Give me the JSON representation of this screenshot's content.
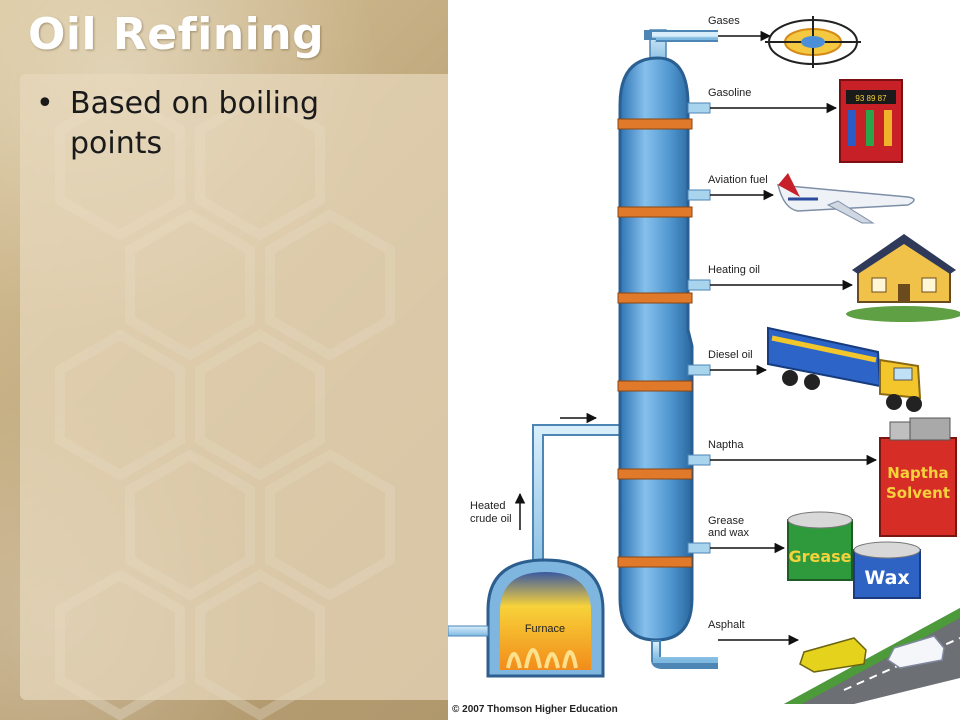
{
  "slide": {
    "title": "Oil Refining",
    "bullets": [
      "Based on boiling points"
    ]
  },
  "figure": {
    "column_outputs": [
      {
        "label": "Gases",
        "product": "gas-burner-icon"
      },
      {
        "label": "Gasoline",
        "product": "gas-pump-icon"
      },
      {
        "label": "Aviation fuel",
        "product": "airplane-icon"
      },
      {
        "label": "Heating oil",
        "product": "house-icon"
      },
      {
        "label": "Diesel oil",
        "product": "truck-icon"
      },
      {
        "label": "Naptha",
        "product": "solvent-can-icon"
      },
      {
        "label": "Grease\nand wax",
        "product": "grease-wax-cans-icon"
      },
      {
        "label": "Asphalt",
        "product": "road-cars-icon"
      }
    ],
    "furnace_label": "Furnace",
    "input_label": "Heated\ncrude oil",
    "naptha_can_text": "Naptha\nSolvent",
    "grease_can_text": "Grease",
    "wax_can_text": "Wax",
    "gas_pump_numbers": "93  89  87",
    "credit": "© 2007 Thomson Higher Education"
  },
  "colors": {
    "pipe": "#a9d4ee",
    "column": "#4f96cf",
    "tray": "#e07a2a",
    "title": "#ffffff"
  }
}
